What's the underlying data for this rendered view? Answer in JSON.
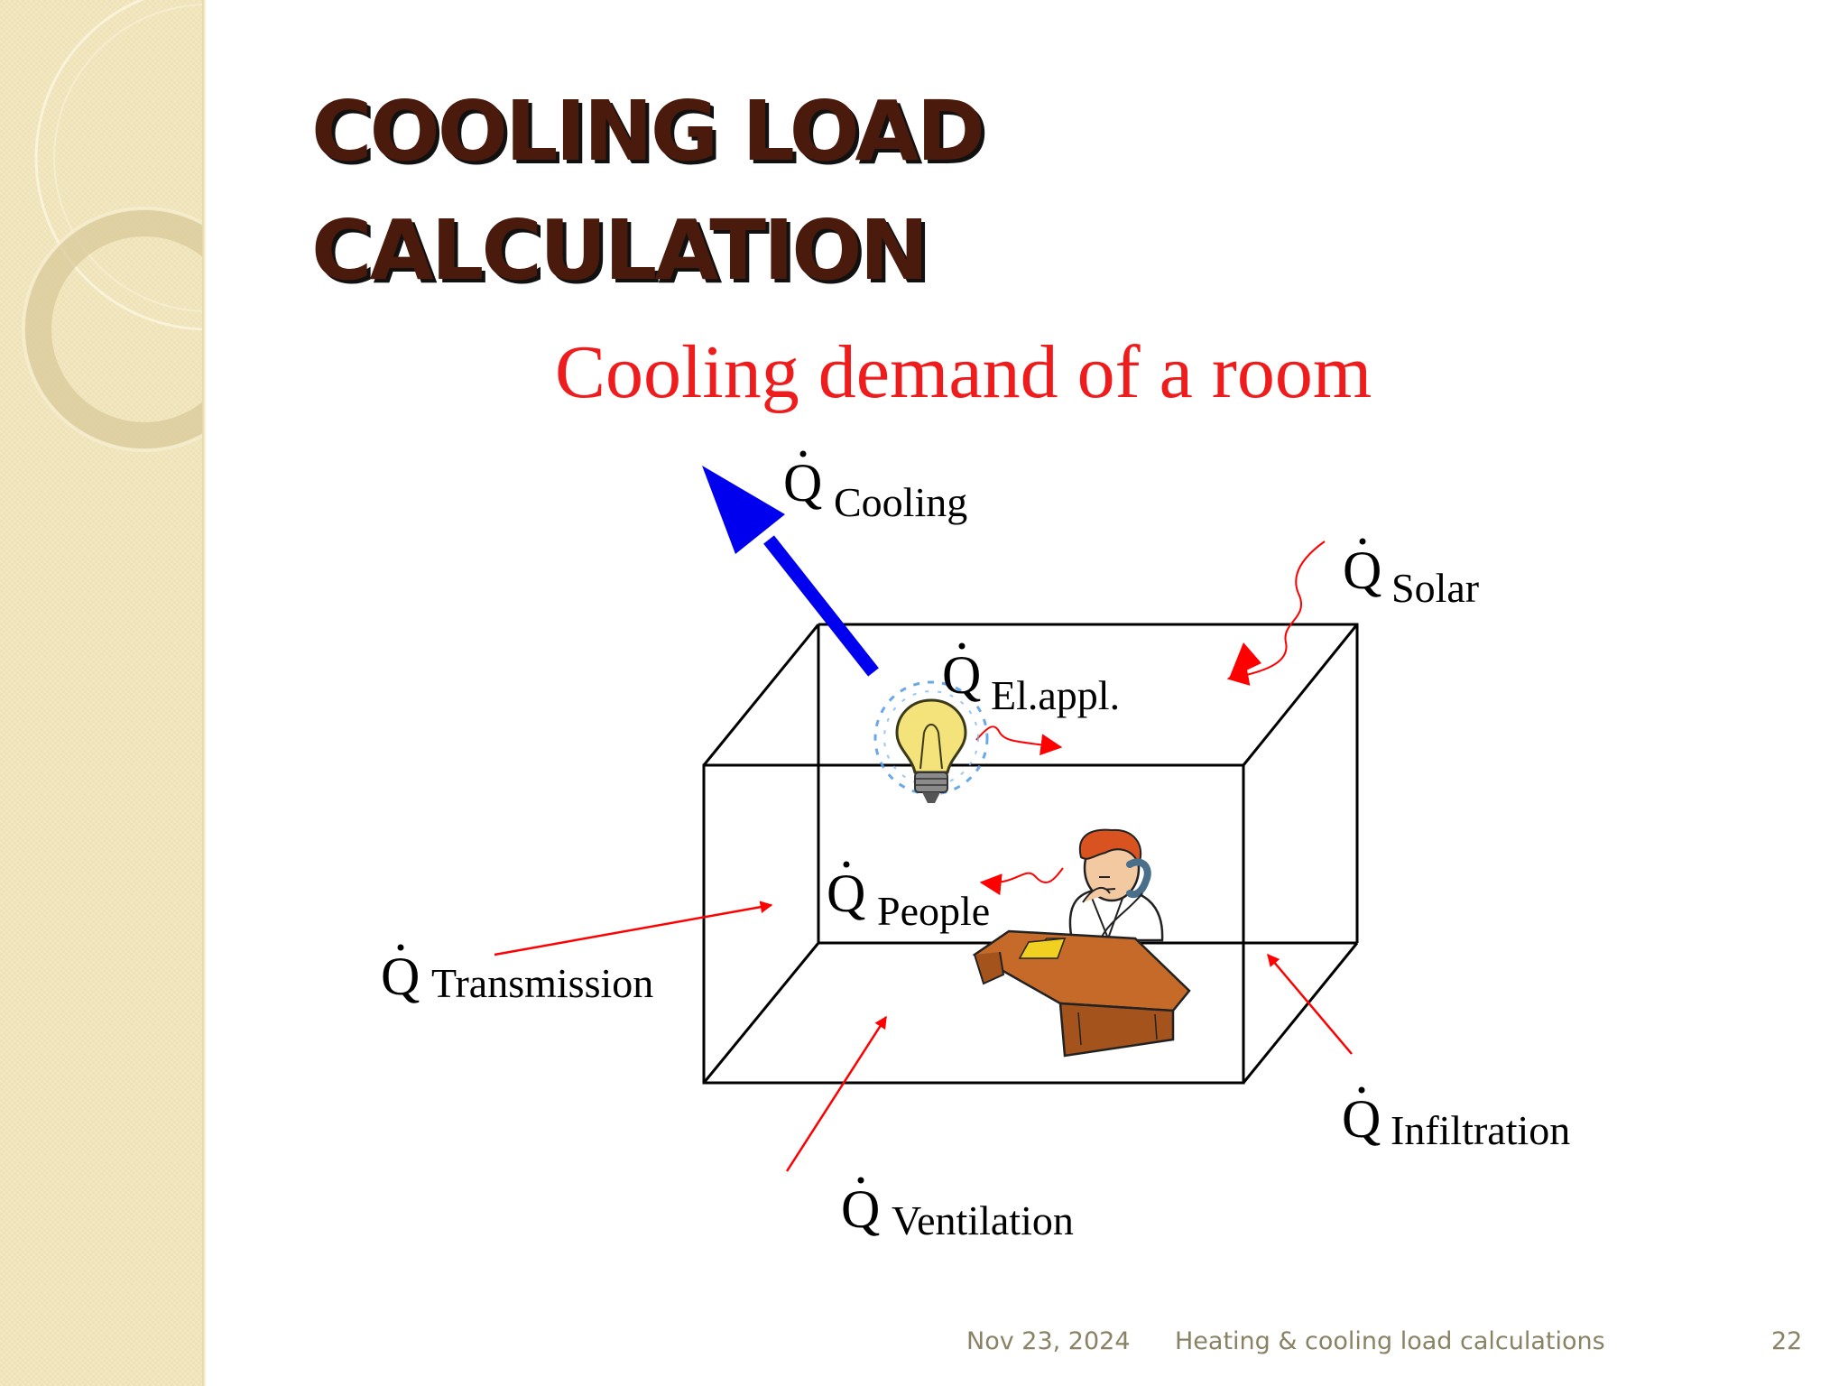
{
  "slide": {
    "title_line1": "COOLING LOAD",
    "title_line2": "CALCULATION"
  },
  "diagram": {
    "heading": "Cooling demand of a room",
    "symbol": "Q",
    "labels": {
      "cooling": "Cooling",
      "solar": "Solar",
      "el_appl": "El.appl.",
      "people": "People",
      "transmission": "Transmission",
      "infiltration": "Infiltration",
      "ventilation": "Ventilation"
    },
    "colors": {
      "heading": "#ee1c1c",
      "heat_arrows": "#ff0000",
      "cooling_arrow": "#0000ee",
      "box_lines": "#000000"
    },
    "icons": [
      "light-bulb-icon",
      "person-at-desk-icon",
      "telephone-icon"
    ]
  },
  "footer": {
    "date": "Nov 23, 2024",
    "title": "Heating & cooling load calculations",
    "page": "22"
  }
}
